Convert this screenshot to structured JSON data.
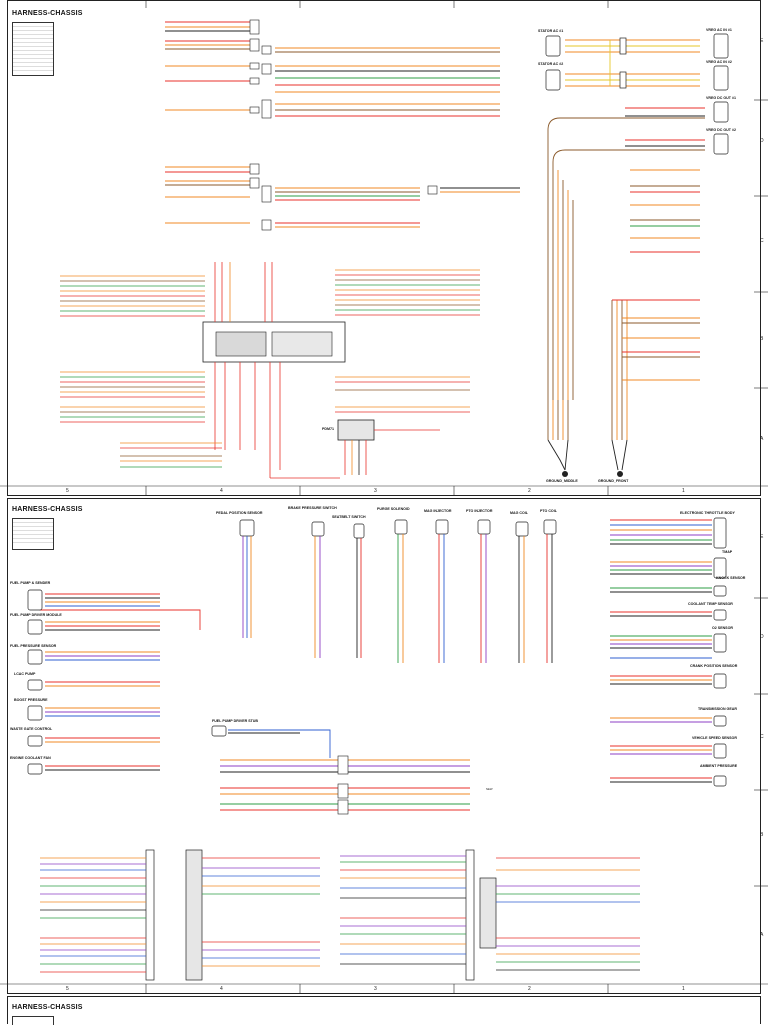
{
  "sheets": [
    {
      "title": "HARNESS-CHASSIS"
    },
    {
      "title": "HARNESS-CHASSIS"
    },
    {
      "title": "HARNESS-CHASSIS"
    }
  ],
  "zones": {
    "columns": [
      "5",
      "4",
      "3",
      "2",
      "1"
    ],
    "rows": [
      "E",
      "D",
      "C",
      "B",
      "A"
    ]
  },
  "sheet1": {
    "connectors": {
      "stator_a1": "STATOR AC #1",
      "stator_a2": "STATOR AC #2",
      "vreg_ac_in1": "VREG AC IN #1",
      "vreg_ac_in2": "VREG AC IN #2",
      "vreg_dc_out1": "VREG DC OUT #1",
      "vreg_dc_out2": "VREG DC OUT #2",
      "pdm": "PDM71",
      "ground_middle": "GROUND_MIDDLE",
      "ground_front": "GROUND_FRONT"
    }
  },
  "sheet2": {
    "connectors": {
      "pedal_position": "PEDAL POSITION SENSOR",
      "brake_pressure": "BRAKE PRESSURE SWITCH",
      "seatbelt": "SEATBELT SWITCH",
      "purge_solenoid": "PURGE SOLENOID",
      "mag_injector": "MAG INJECTOR",
      "pto_injector": "PTO INJECTOR",
      "mag_coil": "MAG COIL",
      "pto_coil": "PTO COIL",
      "fuel_pump_sender": "FUEL PUMP & SENDER",
      "fuel_pump_driver": "FUEL PUMP DRIVER MODULE",
      "fuel_pressure": "FUEL PRESSURE SENSOR",
      "lcac_pump": "LCAC PUMP",
      "boost_pressure": "BOOST PRESSURE",
      "waste_gate": "WASTE GATE CONTROL",
      "engine_coolant_fan": "ENGINE COOLANT FAN",
      "fuel_pump_driver_stub": "FUEL PUMP DRIVER STUB",
      "etb": "ELECTRONIC THROTTLE BODY",
      "tmap": "TMAP",
      "knock": "KNOCK SENSOR",
      "coolant_temp": "COOLANT TEMP SENSOR",
      "o2": "O2 SENSOR",
      "crank": "CRANK POSITION SENSOR",
      "trans_gear": "TRANSMISSION GEAR",
      "vehicle_speed": "VEHICLE SPEED SENSOR",
      "ambient_pressure": "AMBIENT PRESSURE"
    },
    "notes": {
      "new": "NEW"
    }
  },
  "colors": {
    "red": "#e8322b",
    "orange": "#f08a24",
    "brown": "#8b5a2b",
    "green": "#2e9e44",
    "blue": "#2f5fd0",
    "purple": "#8e3fc4",
    "yellow": "#e6c72a",
    "black": "#222222",
    "gray": "#8c8c8c",
    "pink": "#e57fb0",
    "tan": "#c99a5b"
  }
}
